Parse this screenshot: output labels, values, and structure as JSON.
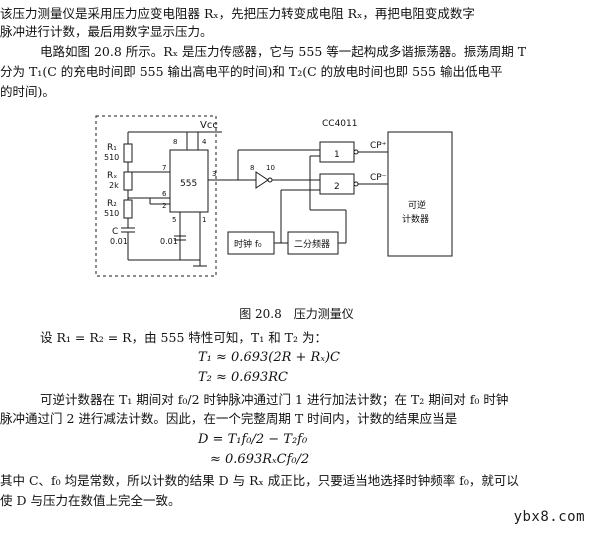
{
  "paragraphs": {
    "intro": [
      "该压力测量仪是采用压力应变电阻器 Rₓ，先把压力转变成电阻 Rₓ，再把电阻变成数字",
      "脉冲进行计数，最后用数字显示压力。"
    ],
    "circuit_desc": [
      "电路如图 20.8 所示。Rₓ 是压力传感器，它与 555 等一起构成多谐振荡器。振荡周期 T",
      "分为 T₁(C 的充电时间即 555 输出高电平的时间)和 T₂(C 的放电时间也即 555 输出低电平",
      "的时间)。"
    ],
    "analysis": "设 R₁ = R₂ = R，由 555 特性可知，T₁ 和 T₂ 为：",
    "counting": [
      "可逆计数器在 T₁ 期间对 f₀/2 时钟脉冲通过门 1 进行加法计数；在 T₂ 期间对 f₀ 时钟",
      "脉冲通过门 2 进行减法计数。因此，在一个完整周期 T 时间内，计数的结果应当是"
    ],
    "conclusion": [
      "其中 C、f₀ 均是常数，所以计数的结果 D 与 Rₓ 成正比，只要适当地选择时钟频率 f₀，就可以",
      "使 D 与压力在数值上完全一致。"
    ]
  },
  "equations": {
    "t1": "T₁ ≈ 0.693(2R + Rₓ)C",
    "t2": "T₂ ≈ 0.693RC",
    "d1": "D = T₁f₀/2 − T₂f₀",
    "d2": "≈ 0.693RₓCf₀/2"
  },
  "figure": {
    "caption": "图 20.8　压力测量仪",
    "labels": {
      "vcc": "Vcc",
      "r1": "R₁",
      "r1_val": "510",
      "rx": "Rₓ",
      "rx_val": "2k",
      "r2": "R₂",
      "r2_val": "510",
      "c": "C",
      "c_val": "0.01",
      "cap2": "0.01",
      "chip": "555",
      "chip_cd4011": "CC4011",
      "gate1": "1",
      "gate2": "2",
      "inv_pin_in": "8",
      "inv_pin_out": "10",
      "pin8": "8",
      "pin4": "4",
      "pin7": "7",
      "pin6": "6",
      "pin2": "2",
      "pin3": "3",
      "pin5": "5",
      "pin1": "1",
      "clock": "时钟 f₀",
      "divider": "二分频器",
      "cp_plus": "CP⁺",
      "cp_minus": "CP⁻",
      "counter_1": "可逆",
      "counter_2": "计数器"
    }
  },
  "watermark": "ybx8.com"
}
